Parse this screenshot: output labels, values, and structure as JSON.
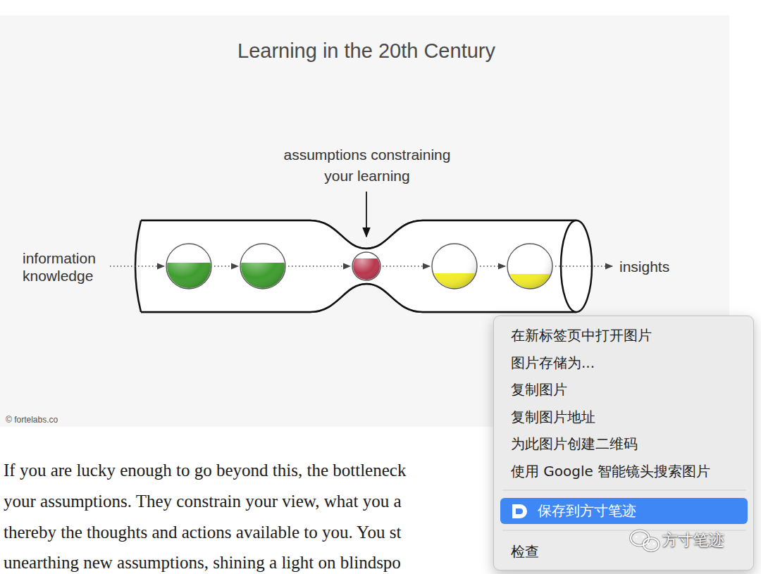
{
  "diagram": {
    "title": "Learning in the 20th Century",
    "nodes": [
      {
        "text": [
          "在新标签页中打开图片",
          "图片存储为...",
          "复制图片",
          "复制图片地址",
          "为此图片创建二维码",
          "使用 Google 智能镜头搜索图片",
          "检查"
        ]
      },
      {
        "text": [
          "保存到方寸笔迹"
        ],
        "in": 0
      }
    ],
    "labels": [
      "assumptions constraining your learning",
      "information knowledge",
      "insights",
      "© fortelabs.co",
      "If you are lucky enough to go beyond this, the bottleneck",
      "your assumptions. They constrain your view, what you a",
      "thereby the thoughts and actions available to you. You st",
      "unearthing new assumptions, shining a light on blindspo",
      "方寸笔迹"
    ]
  }
}
